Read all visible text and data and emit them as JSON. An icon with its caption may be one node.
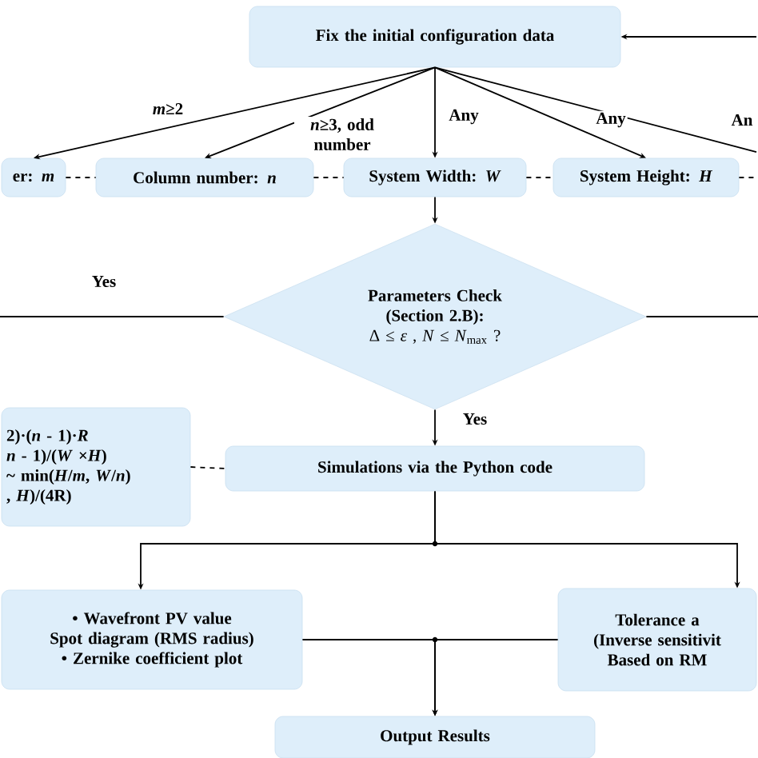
{
  "diagram": {
    "nodes": [
      {
        "text": [
          "Fix the initial configuration data"
        ]
      },
      {
        "text": [
          "er: *m*"
        ]
      },
      {
        "text": [
          "Column number: *n*"
        ]
      },
      {
        "text": [
          "System Width: *W*"
        ]
      },
      {
        "text": [
          "System Height: *H*"
        ]
      },
      {
        "text": [
          "Parameters Check (Section 2.B):",
          "Δ ≤ *ε* , *N* ≤ *N*$_{max}$ ?"
        ]
      },
      {
        "text": [
          "2)·(*n* - 1)·*R*",
          "*n* - 1)/(*W* ×*H*)",
          "~ min(*H*/*m*, *W*/*n*)",
          ", *H*)/(4R)"
        ]
      },
      {
        "text": [
          "Simulations via the Python code"
        ]
      },
      {
        "text": [
          "• Wavefront PV value",
          "Spot diagram (RMS radius)",
          "• Zernike coefficient plot"
        ]
      },
      {
        "text": [
          "Tolerance a",
          "(Inverse sensitivit",
          "Based on RM"
        ]
      },
      {
        "text": [
          "Output Results"
        ]
      }
    ],
    "edges": [
      {
        "from": 0,
        "to": 1,
        "arrow": "to",
        "label": "*m*≥2"
      },
      {
        "from": 0,
        "to": 2,
        "arrow": "to",
        "label": "*n*≥3, odd number"
      },
      {
        "from": 0,
        "to": 3,
        "arrow": "to",
        "label": "Any"
      },
      {
        "from": 0,
        "to": 4,
        "arrow": "to",
        "label": "Any"
      },
      {
        "from": 0,
        "to": null,
        "arrow": "none",
        "label": "An"
      },
      {
        "from": null,
        "to": 0,
        "arrow": "to"
      },
      {
        "from": 1,
        "to": 2,
        "arrow": "none",
        "style": "dashed"
      },
      {
        "from": 2,
        "to": 3,
        "arrow": "none",
        "style": "dashed"
      },
      {
        "from": 3,
        "to": 4,
        "arrow": "none",
        "style": "dashed"
      },
      {
        "from": 4,
        "to": null,
        "arrow": "none",
        "style": "dashed"
      },
      {
        "from": 3,
        "to": 5,
        "arrow": "to"
      },
      {
        "from": 5,
        "to": null,
        "arrow": "none",
        "label": "Yes"
      },
      {
        "from": 5,
        "to": null,
        "arrow": "none"
      },
      {
        "from": 5,
        "to": 7,
        "arrow": "to",
        "label": "Yes"
      },
      {
        "from": 6,
        "to": 7,
        "arrow": "none",
        "style": "dashed"
      },
      {
        "from": 7,
        "to": 8,
        "arrow": "to"
      },
      {
        "from": 7,
        "to": 9,
        "arrow": "to"
      },
      {
        "from": 8,
        "to": 10,
        "arrow": "to"
      },
      {
        "from": 9,
        "to": 10,
        "arrow": "to"
      }
    ]
  }
}
